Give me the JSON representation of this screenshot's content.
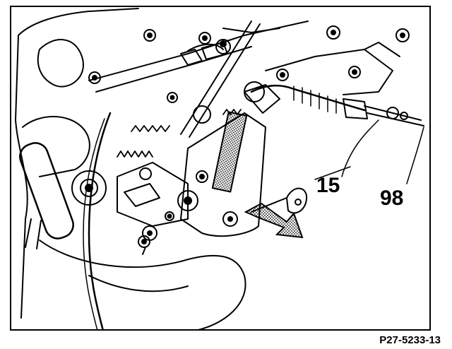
{
  "figure": {
    "id": "P27-5233-13",
    "callouts": [
      {
        "label": "15"
      },
      {
        "label": "98"
      }
    ],
    "colors": {
      "ink": "#000000",
      "paper": "#ffffff",
      "stipple": "#9a9a9a"
    },
    "arrow_icon": "direction-arrow"
  }
}
